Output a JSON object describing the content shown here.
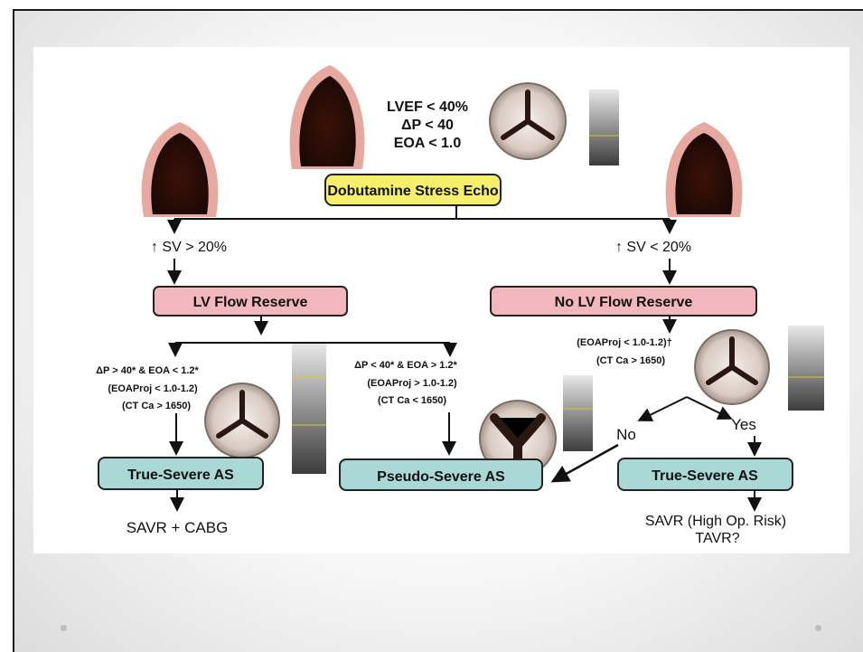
{
  "criteria": {
    "line1": "LVEF < 40%",
    "line2": "ΔP < 40",
    "line3": "EOA < 1.0"
  },
  "test_box": "Dobutamine Stress Echo",
  "left_condition": "↑ SV > 20%",
  "right_condition": "↑ SV < 20%",
  "left_reserve": "LV Flow Reserve",
  "right_reserve": "No LV Flow Reserve",
  "branch_a": {
    "line1": "ΔP > 40* & EOA < 1.2*",
    "line2": "(EOAProj < 1.0-1.2)",
    "line3": "(CT Ca > 1650)"
  },
  "branch_b": {
    "line1": "ΔP < 40* & EOA > 1.2*",
    "line2": "(EOAProj > 1.0-1.2)",
    "line3": "(CT Ca < 1650)"
  },
  "branch_c": {
    "line1": "(EOAProj < 1.0-1.2)†",
    "line2": "(CT Ca > 1650)"
  },
  "no_label": "No",
  "yes_label": "Yes",
  "outcome_left": "True-Severe AS",
  "outcome_middle": "Pseudo-Severe AS",
  "outcome_right": "True-Severe AS",
  "therapy_left": "SAVR + CABG",
  "therapy_right_1": "SAVR (High Op. Risk)",
  "therapy_right_2": "TAVR?",
  "colors": {
    "yellow_box": "#f5ef6c",
    "pink_box": "#f2b6bd",
    "teal_box": "#a9d8d6",
    "arrow": "#111111"
  }
}
